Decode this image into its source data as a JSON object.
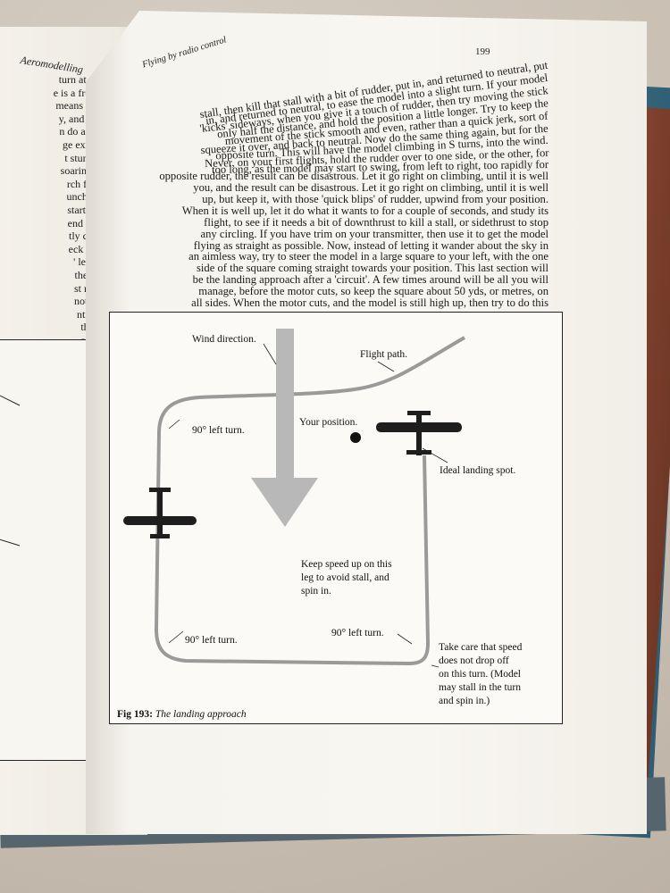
{
  "left_page": {
    "header": "Aeromodelling",
    "lines": [
      "turn at all, and",
      "e is a free flight",
      "means that you",
      "y, and you can",
      "n do a stunt or",
      "ge extra to be",
      "t stunt model",
      "soaring flight,",
      "rch for, find,",
      "unched or, if",
      "start it up (if",
      "end hold the",
      "tly close the",
      "eck that it is",
      "' left, right,",
      "the rudder,",
      "st not push",
      "not use the",
      "ntrol must",
      " the wind,",
      "ar up and"
    ]
  },
  "right_page": {
    "running_head": "Flying by radio control",
    "page_number": "199",
    "lines": [
      "stall, then kill that stall with a bit of rudder, put in, and returned to neutral, put",
      "in, and returned to neutral, to ease the model into a slight turn. If your model",
      "'kicks' sideways, when you give it a touch of rudder, then try moving the stick",
      "only half the distance, and hold the position a little longer. Try to keep the",
      "movement of the stick smooth and even, rather than a quick jerk, sort of",
      "squeeze it over, and back to neutral. Now do the same thing again, but for the",
      "opposite turn. This will have the model climbing in S turns, into the wind.",
      "Never, on your first flights, hold the rudder over to one side, or the other, for",
      "too long, as the model may start to swing, from left to right, too rapidly for",
      "opposite rudder, the result can be disastrous. Let it go right on climbing, until it is well",
      "you, and the result can be disastrous. Let it go right on climbing, until it is well",
      "up, but keep it, with those 'quick blips' of rudder, upwind from your position.",
      "When it is well up, let it do what it wants to for a couple of seconds, and study its",
      "flight, to see if it needs a bit of downthrust to kill a stall, or sidethrust to stop",
      "any circling. If you have trim on your transmitter, then use it to get the model",
      "flying as straight as possible. Now, instead of letting it wander about the sky in",
      "an aimless way, try to steer the model in a large square to your left, with the one",
      "side of the square coming straight towards your position. This last section will",
      "be the landing approach after a 'circuit'. A few times around will be all you will",
      "manage, before the motor cuts, so keep the square about 50 yds, or metres, on",
      "all sides. When the motor cuts, and the model is still high up, then try to do this"
    ]
  },
  "figure": {
    "labels": {
      "wind_direction": "Wind direction.",
      "flight_path": "Flight path.",
      "your_position": "Your position.",
      "turn_top_left": "90° left turn.",
      "ideal_landing": "Ideal landing spot.",
      "keep_speed": [
        "Keep speed up on this",
        "leg to avoid stall, and",
        "spin in."
      ],
      "turn_bottom_left": "90° left turn.",
      "turn_bottom_right": "90° left turn.",
      "take_care": [
        "Take care that speed",
        "does not drop off",
        "on this turn. (Model",
        "may stall in the turn",
        "and spin in.)"
      ]
    },
    "caption_number": "Fig 193:",
    "caption_title": "The landing approach"
  }
}
